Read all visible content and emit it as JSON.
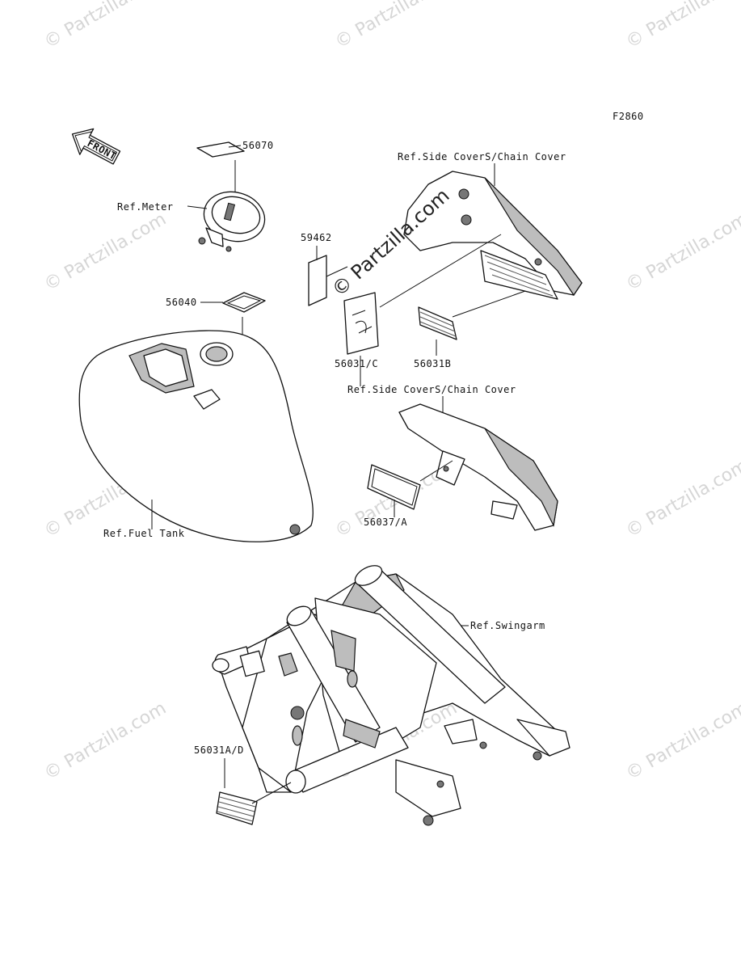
{
  "diagram": {
    "code": "F2860",
    "front_label": "FRONT",
    "watermark": "© Partzilla.com",
    "callouts": {
      "p56070": "56070",
      "ref_meter": "Ref.Meter",
      "p59462": "59462",
      "p56040": "56040",
      "p56031c": "56031/C",
      "p56031b": "56031B",
      "ref_side_cover_1": "Ref.Side CoverS/Chain Cover",
      "ref_side_cover_2": "Ref.Side CoverS/Chain Cover",
      "p56037a": "56037/A",
      "ref_fuel_tank": "Ref.Fuel Tank",
      "ref_swingarm": "Ref.Swingarm",
      "p56031ad": "56031A/D"
    }
  }
}
